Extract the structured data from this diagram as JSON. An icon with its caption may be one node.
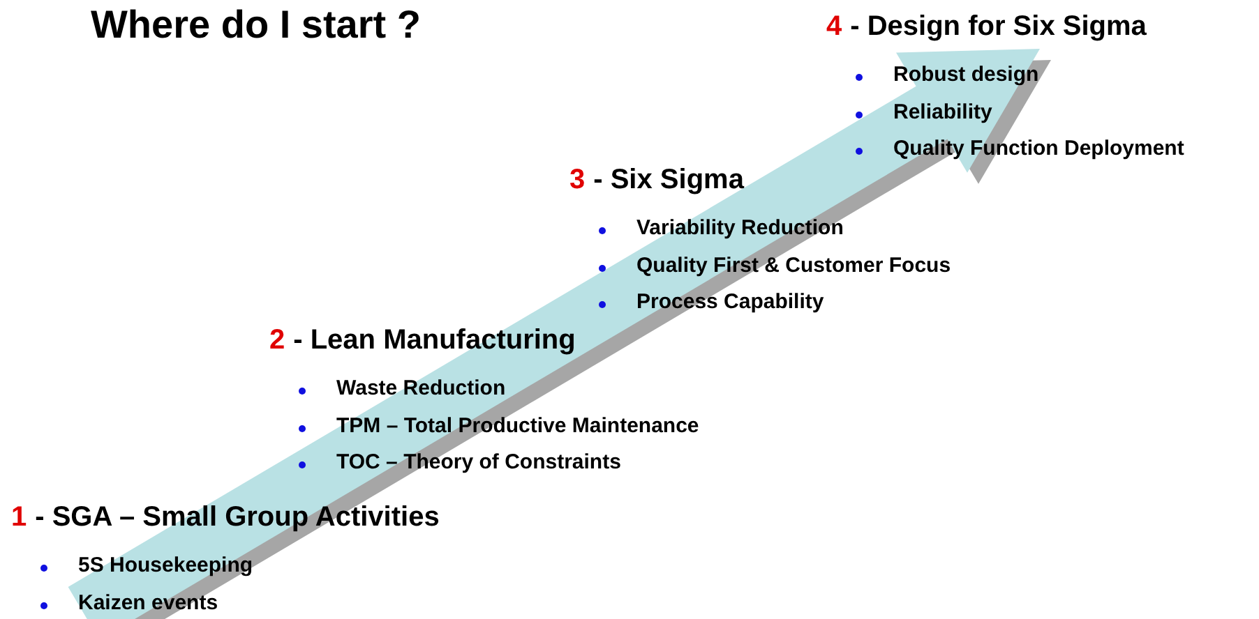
{
  "diagram": {
    "title": "Where do I start ?",
    "labels": [
      "1",
      "- SGA – Small Group Activities",
      "5S Housekeeping",
      "Kaizen events",
      "2",
      "- Lean Manufacturing",
      "Waste Reduction",
      "TPM – Total Productive Maintenance",
      "TOC – Theory of Constraints",
      "3",
      "- Six Sigma",
      "Variability Reduction",
      "Quality First & Customer Focus",
      "Process Capability",
      "4",
      "- Design for Six Sigma",
      "Robust design",
      "Reliability",
      "Quality Function Deployment"
    ]
  }
}
